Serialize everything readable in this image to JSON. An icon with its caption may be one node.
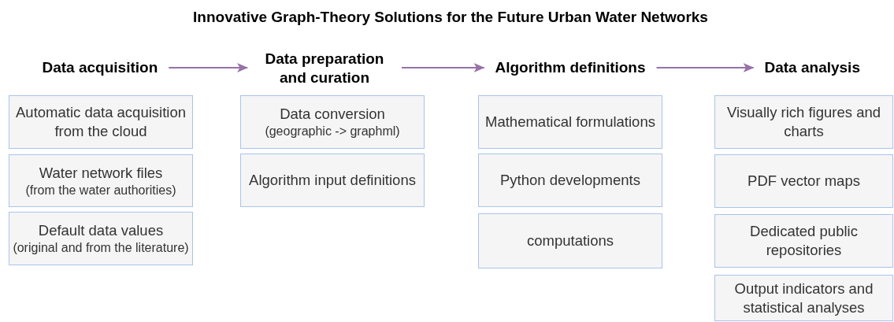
{
  "diagram": {
    "title": "Innovative Graph-Theory Solutions for the Future Urban Water Networks",
    "nodes": [
      {
        "text": [
          "Data acquisition"
        ]
      },
      {
        "text": [
          "Automatic data acquisition from the cloud"
        ]
      },
      {
        "text": [
          "Water network files",
          "(from the water authorities)"
        ]
      },
      {
        "text": [
          "Default data values",
          "(original and from the literature)"
        ]
      },
      {
        "text": [
          "Data preparation and curation"
        ]
      },
      {
        "text": [
          "Data conversion",
          "(geographic -> graphml)"
        ]
      },
      {
        "text": [
          "Algorithm input definitions"
        ]
      },
      {
        "text": [
          "Algorithm definitions"
        ]
      },
      {
        "text": [
          "Mathematical formulations"
        ]
      },
      {
        "text": [
          "Python developments"
        ]
      },
      {
        "text": [
          "computations"
        ]
      },
      {
        "text": [
          "Data analysis"
        ]
      },
      {
        "text": [
          "Visually rich figures and charts"
        ]
      },
      {
        "text": [
          "PDF vector maps"
        ]
      },
      {
        "text": [
          "Dedicated public repositories"
        ]
      },
      {
        "text": [
          "Output indicators and statistical analyses"
        ]
      }
    ],
    "edges": [
      {
        "from": 0,
        "to": 4,
        "arrow": "to"
      },
      {
        "from": 4,
        "to": 7,
        "arrow": "to"
      },
      {
        "from": 7,
        "to": 11,
        "arrow": "to"
      }
    ]
  }
}
